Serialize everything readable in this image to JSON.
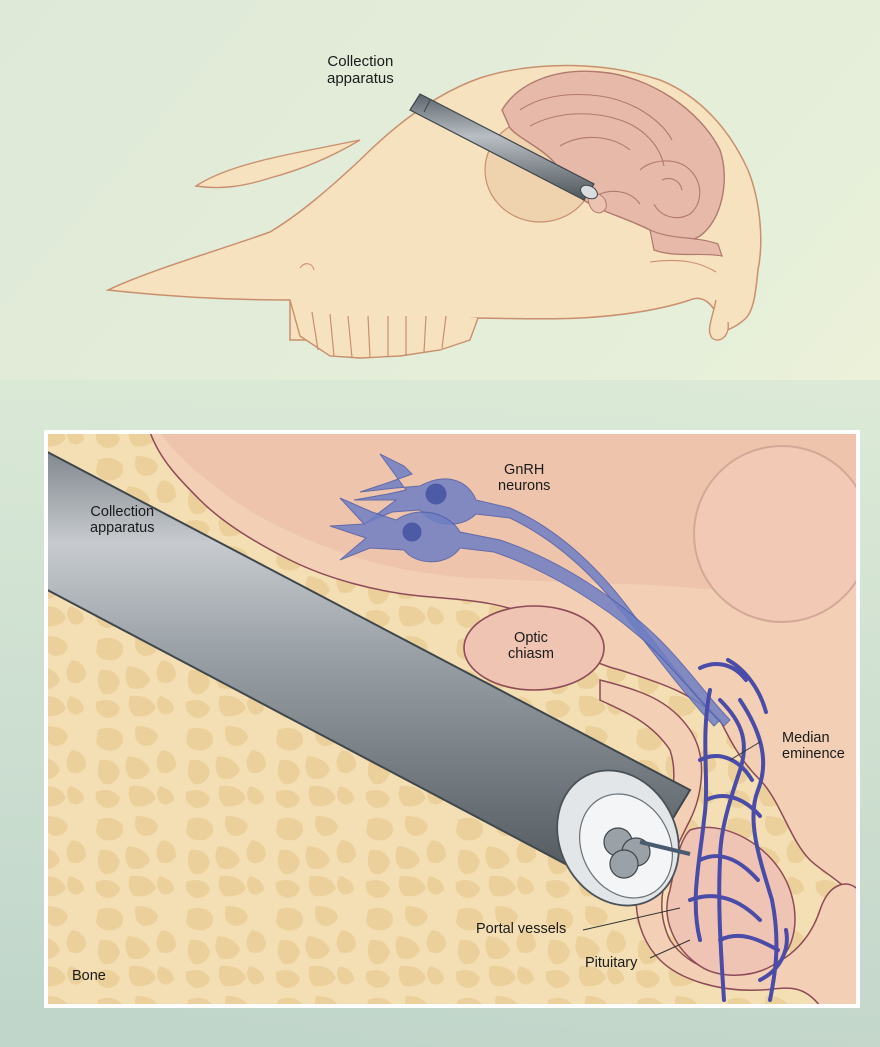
{
  "top_panel": {
    "collection_apparatus_line1": "Collection",
    "collection_apparatus_line2": "apparatus"
  },
  "bottom_panel": {
    "collection_apparatus_line1": "Collection",
    "collection_apparatus_line2": "apparatus",
    "gnrh_line1": "GnRH",
    "gnrh_line2": "neurons",
    "optic_line1": "Optic",
    "optic_line2": "chiasm",
    "median_line1": "Median",
    "median_line2": "eminence",
    "portal_vessels": "Portal vessels",
    "pituitary": "Pituitary",
    "bone": "Bone"
  },
  "colors": {
    "background_top": "#e7efdd",
    "skull": "#f7e2bf",
    "brain": "#e7b9a9",
    "tissue": "#f2cfb5",
    "bone": "#f3dfb5",
    "neuron": "#6f7fc4",
    "vessel": "#4a4ca8",
    "tube": "#7d858d"
  }
}
